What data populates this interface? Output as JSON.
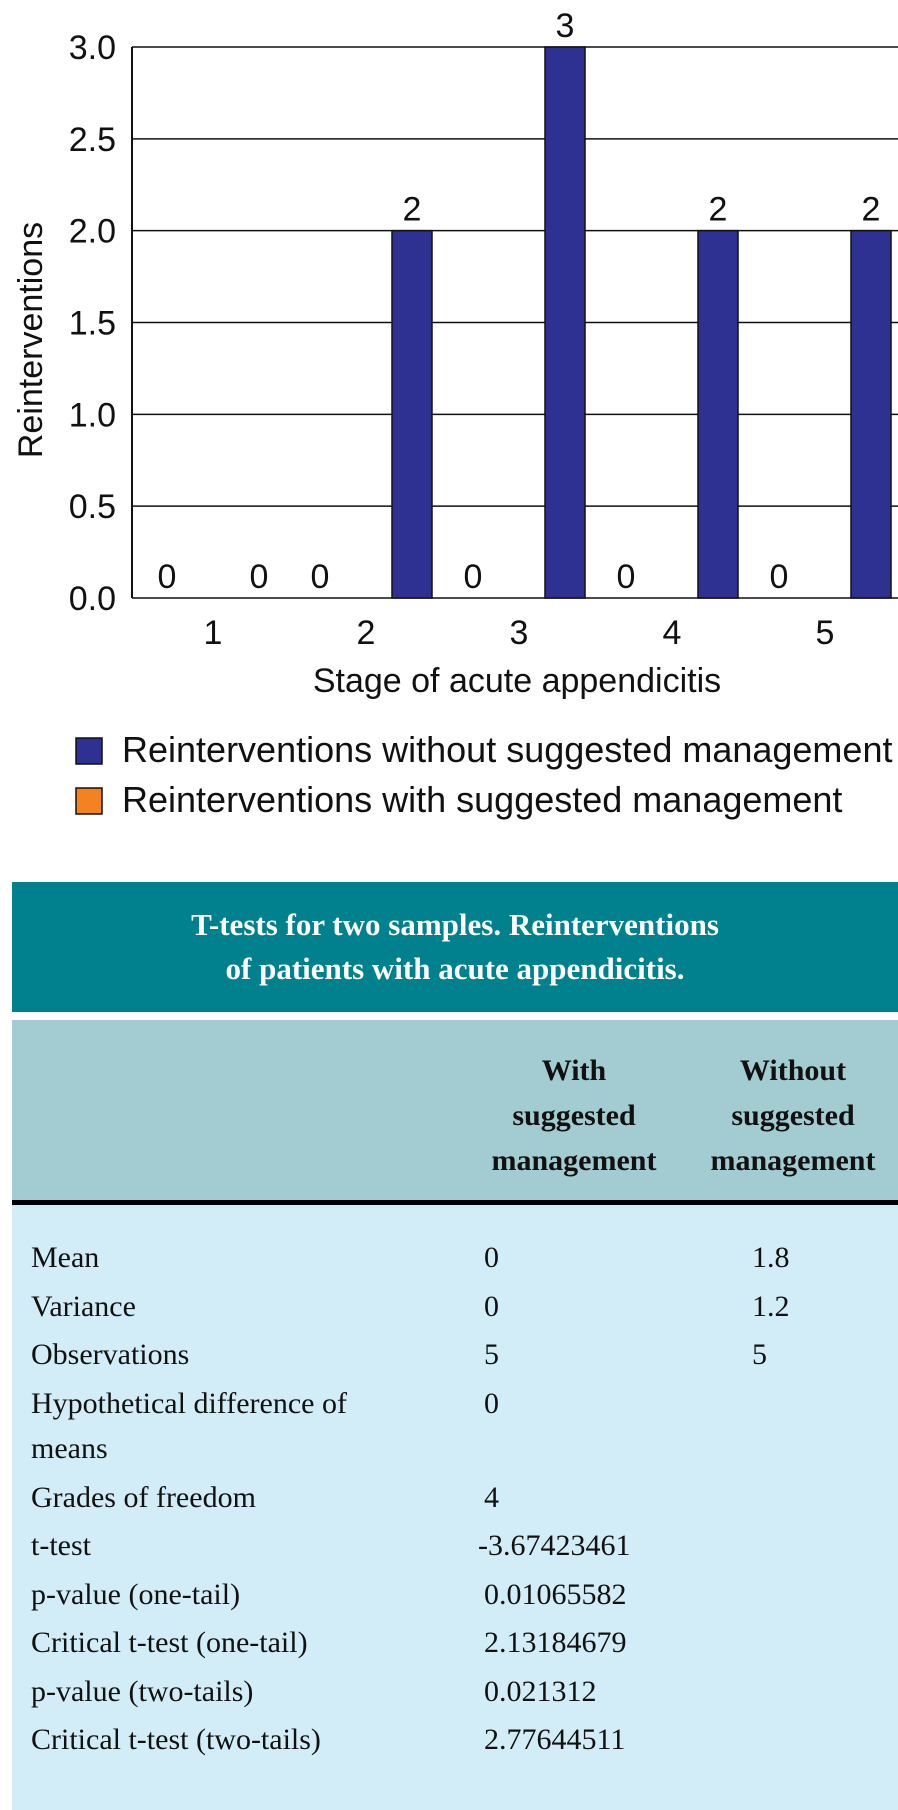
{
  "chart_data": {
    "type": "bar",
    "categories": [
      "1",
      "2",
      "3",
      "4",
      "5"
    ],
    "series": [
      {
        "name": "Reinterventions with suggested management",
        "values": [
          0,
          0,
          0,
          0,
          0
        ],
        "color": "#f58220"
      },
      {
        "name": "Reinterventions without suggested management",
        "values": [
          0,
          2,
          3,
          2,
          2
        ],
        "color": "#2e3192"
      }
    ],
    "legend": [
      "Reinterventions without suggested management",
      "Reinterventions with suggested management"
    ],
    "legend_colors": [
      "#2e3192",
      "#f58220"
    ],
    "xlabel": "Stage of acute appendicitis",
    "ylabel": "Reinterventions",
    "ylim": [
      0,
      3
    ],
    "yticks": [
      "0.0",
      "0.5",
      "1.0",
      "1.5",
      "2.0",
      "2.5",
      "3.0"
    ],
    "grid": true,
    "legend_position": "bottom"
  },
  "table": {
    "title_lines": [
      "T-tests for two samples. Reinterventions",
      "of patients with acute appendicitis."
    ],
    "col1_lines": [
      "With",
      "suggested",
      "management"
    ],
    "col2_lines": [
      "Without",
      "suggested",
      "management"
    ],
    "rows": [
      {
        "label": "Mean",
        "v1": "0",
        "v2": "1.8"
      },
      {
        "label": "Variance",
        "v1": "0",
        "v2": "1.2"
      },
      {
        "label": "Observations",
        "v1": "5",
        "v2": "5"
      },
      {
        "label": "Hypothetical difference of means",
        "v1": "0",
        "v2": ""
      },
      {
        "label": "Grades of freedom",
        "v1": "4",
        "v2": ""
      },
      {
        "label": "t-test",
        "v1": "-3.67423461",
        "v2": ""
      },
      {
        "label": "p-value (one-tail)",
        "v1": "0.01065582",
        "v2": ""
      },
      {
        "label": "Critical t-test (one-tail)",
        "v1": "2.13184679",
        "v2": ""
      },
      {
        "label": "p-value (two-tails)",
        "v1": "0.021312",
        "v2": ""
      },
      {
        "label": "Critical t-test (two-tails)",
        "v1": "2.77644511",
        "v2": ""
      }
    ],
    "colors": {
      "header": "#00818d",
      "subheader": "#a2ccd2",
      "body": "#d2edf7"
    }
  }
}
